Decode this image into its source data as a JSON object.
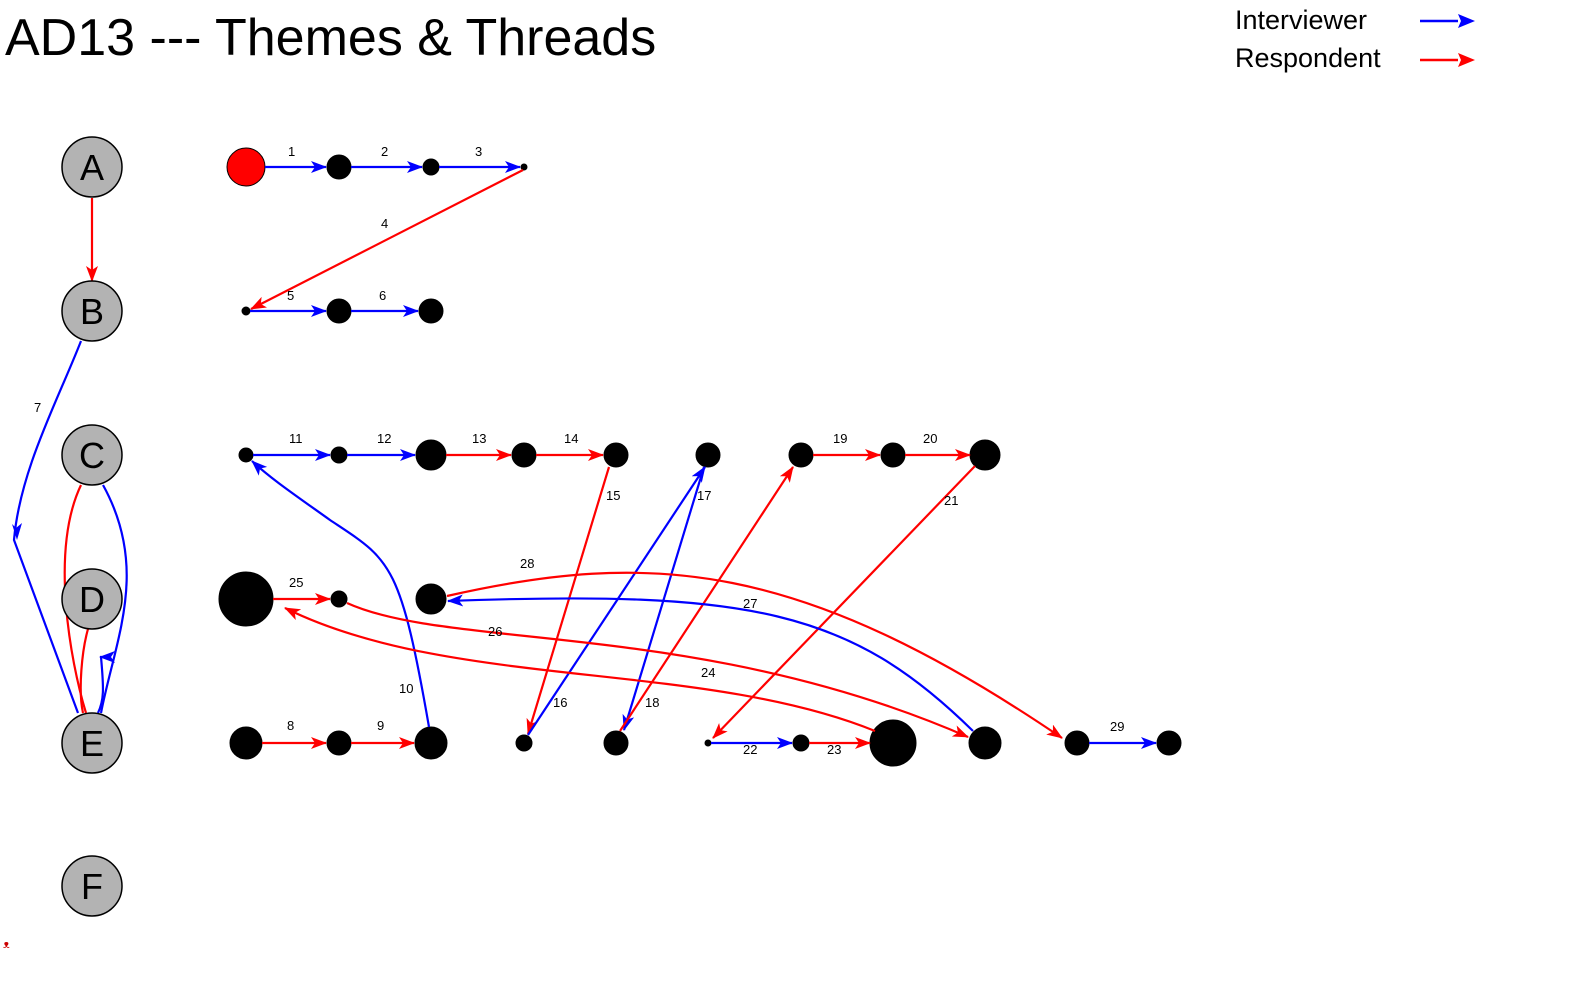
{
  "title": "AD13 --- Themes & Threads",
  "legend": [
    {
      "label": "Interviewer",
      "color": "#0000ff"
    },
    {
      "label": "Respondent",
      "color": "#ff0000"
    }
  ],
  "colors": {
    "interviewer": "#0000ff",
    "respondent": "#ff0000",
    "theme_fill": "#b3b3b3",
    "start_node": "#ff0000",
    "node": "#000000"
  },
  "themes": [
    "A",
    "B",
    "C",
    "D",
    "E",
    "F"
  ],
  "theme_edges": [
    {
      "from": "A",
      "to": "B",
      "speaker": "respondent"
    },
    {
      "from": "B",
      "to": "E",
      "speaker": "interviewer",
      "label": "7"
    },
    {
      "from": "E",
      "to": "C",
      "speaker": "respondent"
    },
    {
      "from": "E",
      "to": "C",
      "speaker": "interviewer"
    },
    {
      "from": "E",
      "to": "D",
      "speaker": "respondent"
    },
    {
      "from": "E",
      "to": "D",
      "speaker": "interviewer"
    }
  ],
  "thread_edges": [
    {
      "label": "1",
      "speaker": "interviewer"
    },
    {
      "label": "2",
      "speaker": "interviewer"
    },
    {
      "label": "3",
      "speaker": "interviewer"
    },
    {
      "label": "4",
      "speaker": "respondent"
    },
    {
      "label": "5",
      "speaker": "interviewer"
    },
    {
      "label": "6",
      "speaker": "interviewer"
    },
    {
      "label": "8",
      "speaker": "respondent"
    },
    {
      "label": "9",
      "speaker": "respondent"
    },
    {
      "label": "10",
      "speaker": "interviewer"
    },
    {
      "label": "11",
      "speaker": "interviewer"
    },
    {
      "label": "12",
      "speaker": "interviewer"
    },
    {
      "label": "13",
      "speaker": "respondent"
    },
    {
      "label": "14",
      "speaker": "respondent"
    },
    {
      "label": "15",
      "speaker": "respondent"
    },
    {
      "label": "16",
      "speaker": "interviewer"
    },
    {
      "label": "17",
      "speaker": "interviewer"
    },
    {
      "label": "18",
      "speaker": "respondent"
    },
    {
      "label": "19",
      "speaker": "respondent"
    },
    {
      "label": "20",
      "speaker": "respondent"
    },
    {
      "label": "21",
      "speaker": "respondent"
    },
    {
      "label": "22",
      "speaker": "interviewer"
    },
    {
      "label": "23",
      "speaker": "respondent"
    },
    {
      "label": "24",
      "speaker": "respondent"
    },
    {
      "label": "25",
      "speaker": "respondent"
    },
    {
      "label": "26",
      "speaker": "respondent"
    },
    {
      "label": "27",
      "speaker": "interviewer"
    },
    {
      "label": "28",
      "speaker": "respondent"
    },
    {
      "label": "29",
      "speaker": "interviewer"
    }
  ],
  "corner_mark": "ᴥ"
}
